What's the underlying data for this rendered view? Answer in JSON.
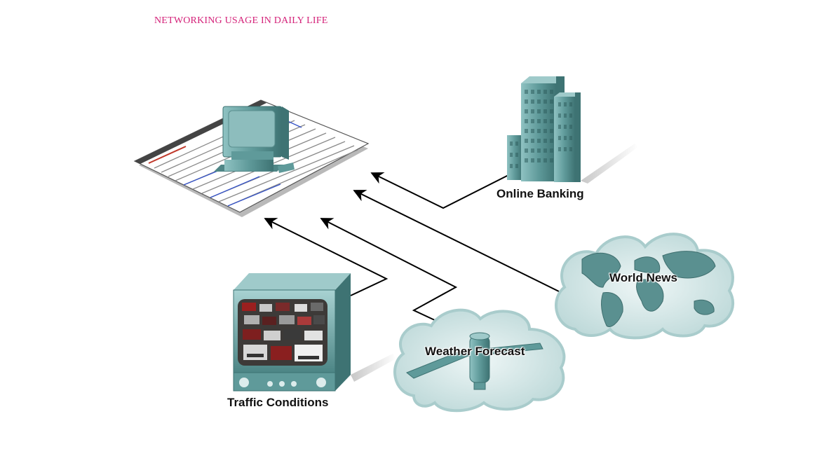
{
  "title": "NETWORKING USAGE IN DAILY LIFE",
  "nodes": {
    "online_banking": "Online Banking",
    "world_news": "World News",
    "weather_forecast": "Weather Forecast",
    "traffic_conditions": "Traffic Conditions"
  },
  "colors": {
    "title": "#d4237a",
    "device_teal": "#5f9a9a",
    "cloud_fill": "#dcecec",
    "arrow": "#000000"
  },
  "icons": [
    "desktop-computer-icon",
    "web-page-icon",
    "office-building-icon",
    "world-map-cloud-icon",
    "satellite-cloud-icon",
    "television-monitor-icon"
  ]
}
